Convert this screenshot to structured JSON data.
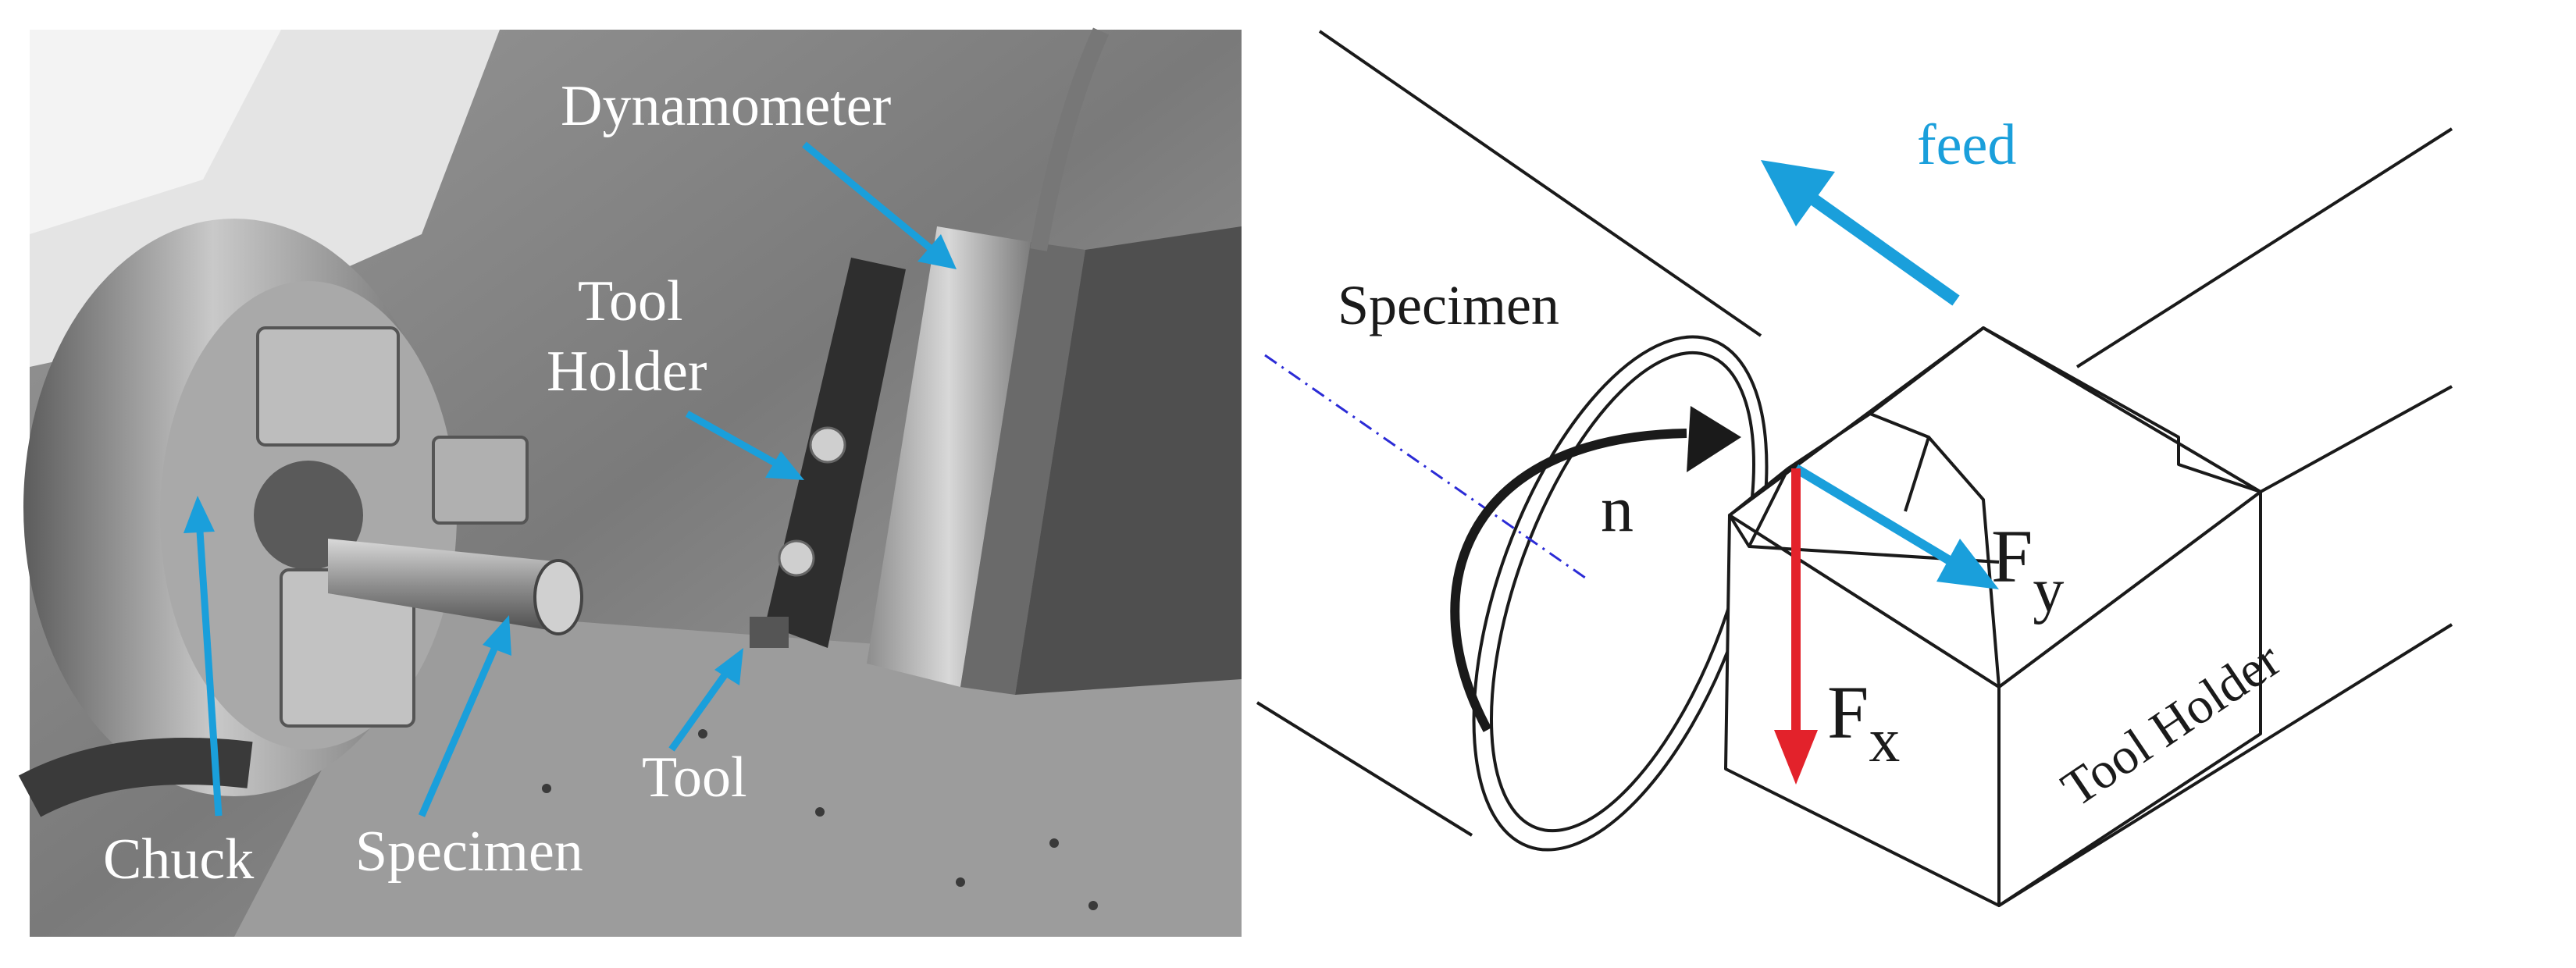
{
  "photo": {
    "labels": {
      "dynamometer": "Dynamometer",
      "tool_holder_line1": "Tool",
      "tool_holder_line2": "Holder",
      "chuck": "Chuck",
      "specimen": "Specimen",
      "tool": "Tool"
    },
    "arrow_color": "#1a9fdb"
  },
  "diagram": {
    "labels": {
      "feed": "feed",
      "specimen": "Specimen",
      "rotation": "n",
      "fy_base": "F",
      "fy_sub": "y",
      "fx_base": "F",
      "fx_sub": "x",
      "tool_holder": "Tool Holder"
    },
    "colors": {
      "feed_arrow": "#1a9fdb",
      "fy_arrow": "#1a9fdb",
      "fx_arrow": "#e3222b",
      "axis_line": "#2b2bd6",
      "outline": "#1a1a1a"
    }
  }
}
